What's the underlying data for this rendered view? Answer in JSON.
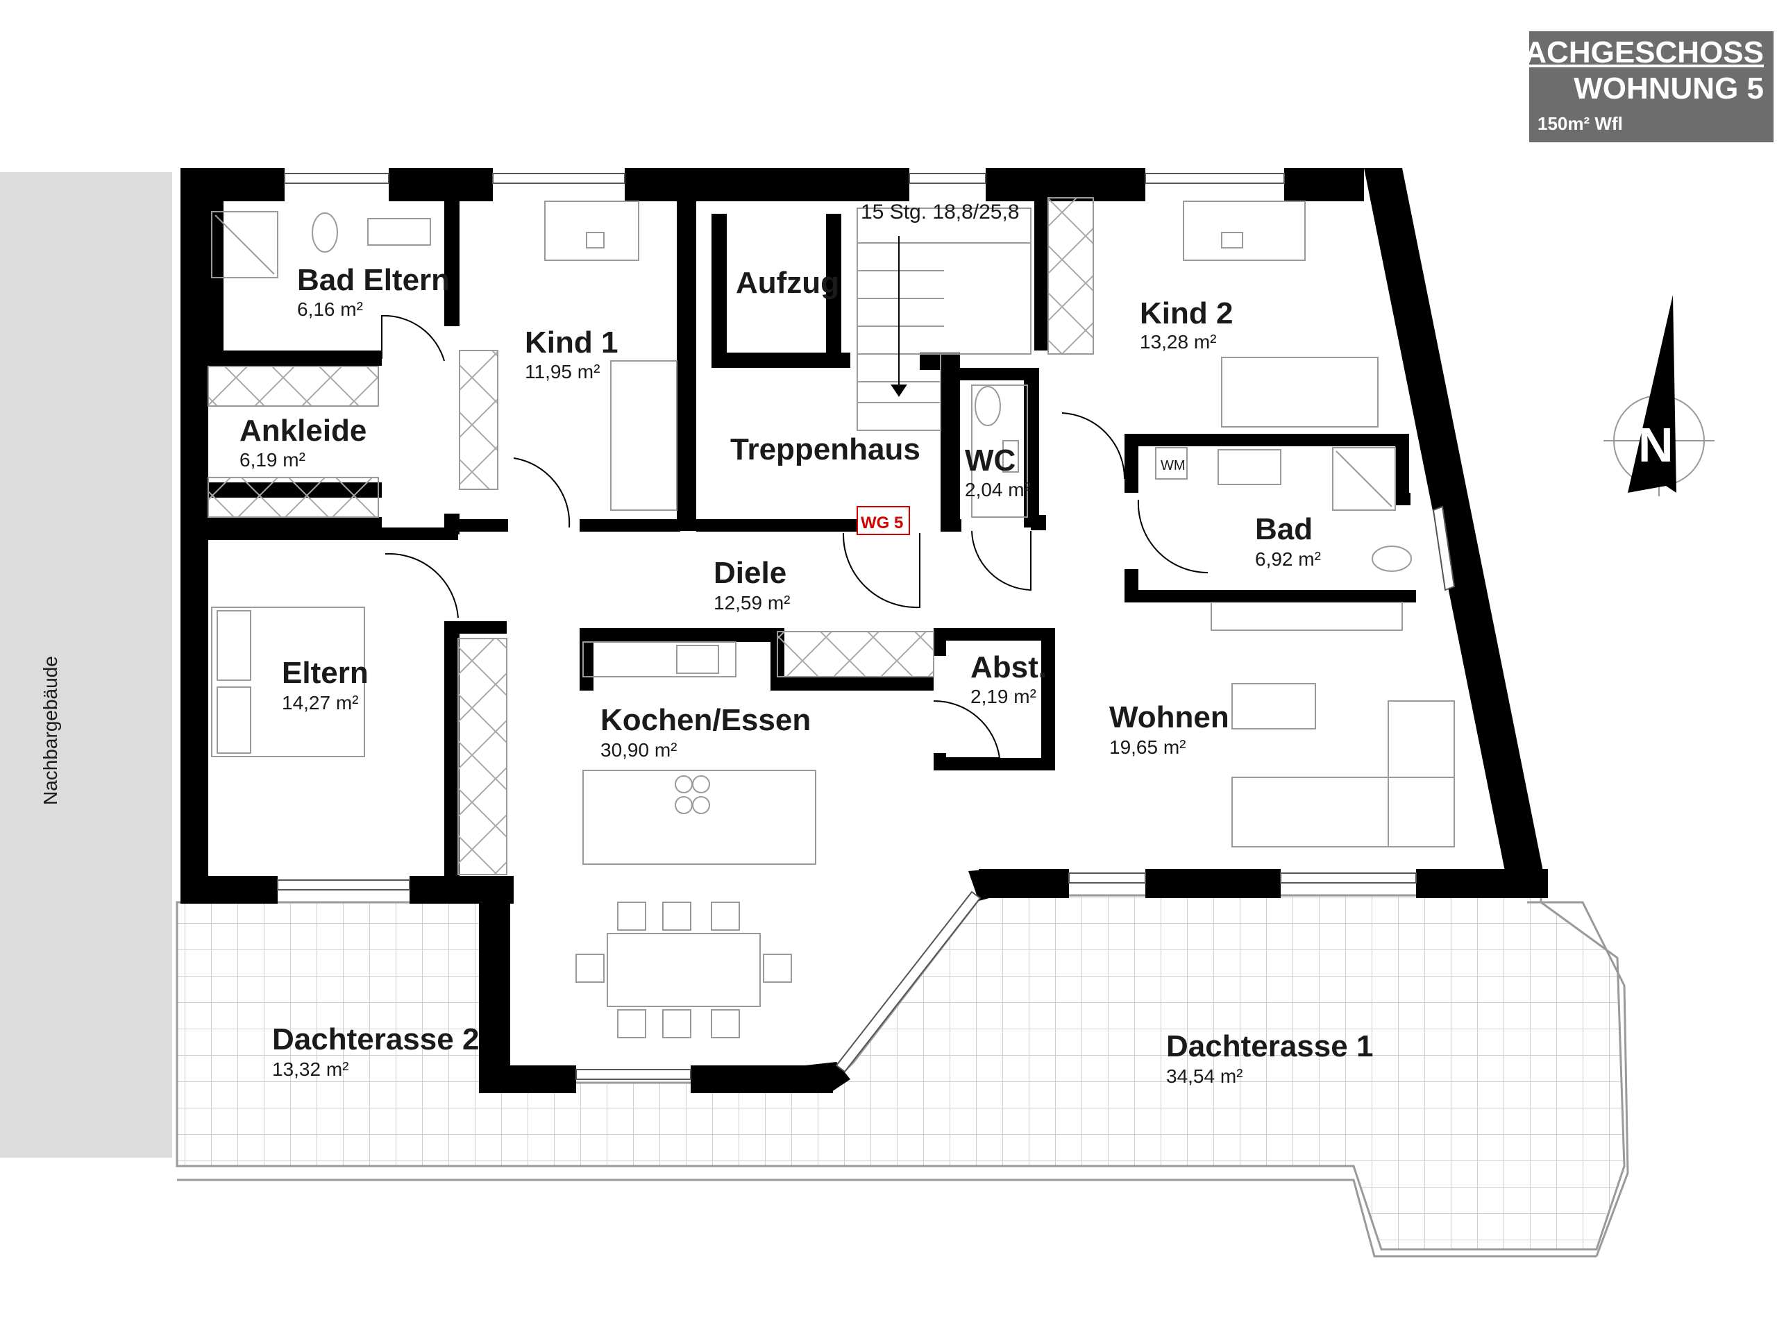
{
  "header": {
    "floor": "DACHGESCHOSS",
    "unit": "WOHNUNG 5",
    "living_area": "150m² Wfl"
  },
  "neighbor_label": "Nachbargebäude",
  "stairs_label": "15 Stg. 18,8/25,8",
  "unit_tag": "WG 5",
  "washer_label": "WM",
  "compass_letter": "N",
  "rooms": {
    "bad_eltern": {
      "name": "Bad Eltern",
      "area": "6,16 m²"
    },
    "kind1": {
      "name": "Kind 1",
      "area": "11,95 m²"
    },
    "aufzug": {
      "name": "Aufzug"
    },
    "treppenhaus": {
      "name": "Treppenhaus"
    },
    "wc": {
      "name": "WC",
      "area": "2,04 m²"
    },
    "kind2": {
      "name": "Kind 2",
      "area": "13,28 m²"
    },
    "ankleide": {
      "name": "Ankleide",
      "area": "6,19 m²"
    },
    "bad": {
      "name": "Bad",
      "area": "6,92 m²"
    },
    "diele": {
      "name": "Diele",
      "area": "12,59 m²"
    },
    "eltern": {
      "name": "Eltern",
      "area": "14,27 m²"
    },
    "abst": {
      "name": "Abst.",
      "area": "2,19 m²"
    },
    "kochen": {
      "name": "Kochen/Essen",
      "area": "30,90 m²"
    },
    "wohnen": {
      "name": "Wohnen",
      "area": "19,65 m²"
    },
    "terrasse2": {
      "name": "Dachterasse 2",
      "area": "13,32 m²"
    },
    "terrasse1": {
      "name": "Dachterasse 1",
      "area": "34,54 m²"
    }
  },
  "colors": {
    "wall": "#000000",
    "terrace_grid": "#cfcfcf",
    "neighbor": "#dcdcdc",
    "header_bg": "#6d6d6d",
    "unit_tag": "#d40000",
    "furniture": "#9a9a9a"
  }
}
